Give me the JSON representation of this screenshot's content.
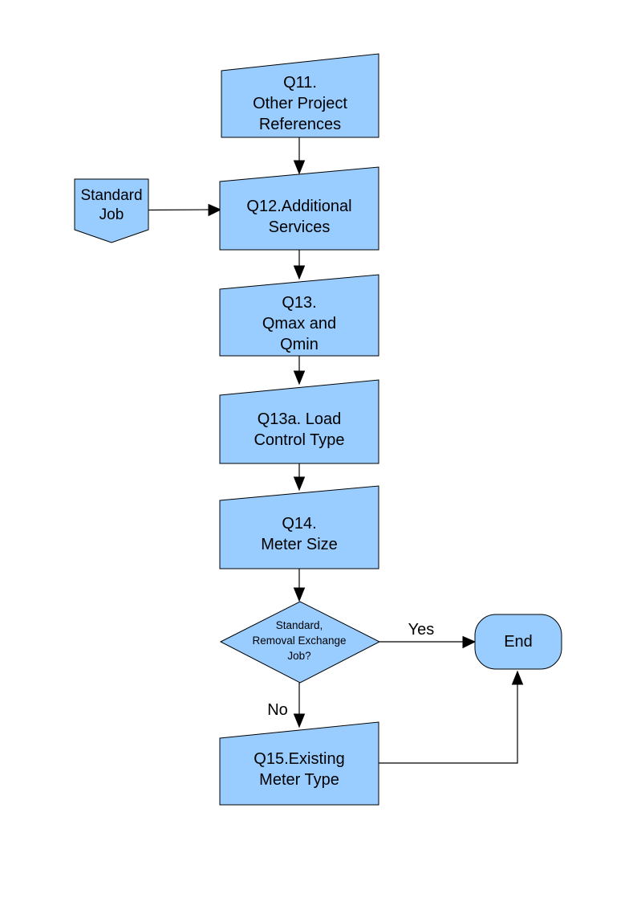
{
  "colors": {
    "shape_fill": "#99CCFF",
    "shape_stroke": "#000000",
    "text": "#000000",
    "background": "#FFFFFF"
  },
  "nodes": {
    "q11": {
      "label": "Q11.\nOther Project\nReferences",
      "shape": "card"
    },
    "standard_job": {
      "label": "Standard\nJob",
      "shape": "off-page-connector"
    },
    "q12": {
      "label": "Q12.Additional\nServices",
      "shape": "card"
    },
    "q13": {
      "label": "Q13.\nQmax and\nQmin",
      "shape": "card"
    },
    "q13a": {
      "label": "Q13a. Load\nControl Type",
      "shape": "card"
    },
    "q14": {
      "label": "Q14.\nMeter Size",
      "shape": "card"
    },
    "decision": {
      "label": "Standard,\nRemoval Exchange\nJob?",
      "shape": "diamond"
    },
    "end": {
      "label": "End",
      "shape": "terminator"
    },
    "q15": {
      "label": "Q15.Existing\nMeter Type",
      "shape": "card"
    }
  },
  "edge_labels": {
    "yes": "Yes",
    "no": "No"
  }
}
